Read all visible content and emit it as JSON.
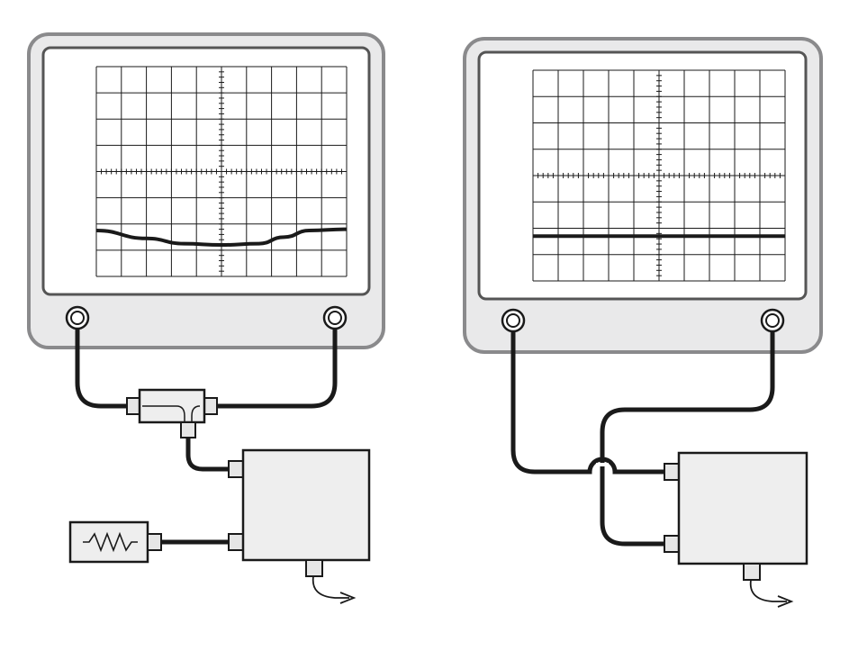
{
  "colors": {
    "bezel": "#e9e9ea",
    "bezel_stroke": "#8a8a8c",
    "screen": "#ffffff",
    "grid": "#1a1a1a",
    "cable": "#1a1a1a",
    "box_fill": "#eeeeee",
    "connector_fill": "#e6e6e6"
  },
  "left_setup": {
    "scope_grid": {
      "cols": 10,
      "rows": 8
    },
    "trace": {
      "type": "curve",
      "points_div": [
        [
          0,
          6.25
        ],
        [
          2,
          6.55
        ],
        [
          3.5,
          6.75
        ],
        [
          5,
          6.8
        ],
        [
          6.5,
          6.75
        ],
        [
          7.5,
          6.5
        ],
        [
          8.5,
          6.25
        ],
        [
          10,
          6.2
        ]
      ]
    }
  },
  "right_setup": {
    "scope_grid": {
      "cols": 10,
      "rows": 8
    },
    "trace": {
      "type": "flat",
      "level_div": 6.3
    }
  }
}
